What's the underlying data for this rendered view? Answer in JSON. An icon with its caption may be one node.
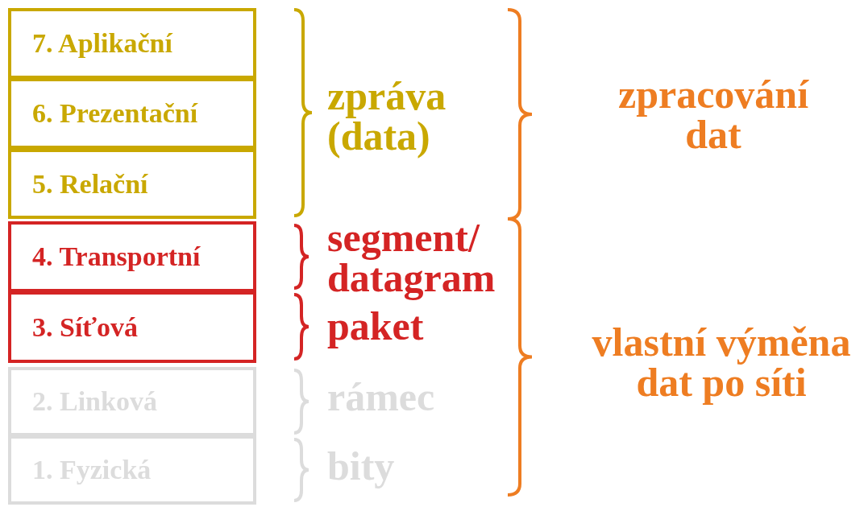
{
  "diagram": {
    "nodes": [
      {
        "text": [
          "7. Aplikační"
        ]
      },
      {
        "text": [
          "6. Prezentační"
        ]
      },
      {
        "text": [
          "5. Relační"
        ]
      },
      {
        "text": [
          "4. Transportní"
        ]
      },
      {
        "text": [
          "3. Síťová"
        ]
      },
      {
        "text": [
          "2. Linková"
        ]
      },
      {
        "text": [
          "1. Fyzická"
        ]
      }
    ],
    "labels": [
      "zpráva (data)",
      "zpracování dat",
      "segment/ datagram",
      "paket",
      "vlastní výměna dat po síti",
      "rámec",
      "bity"
    ]
  }
}
